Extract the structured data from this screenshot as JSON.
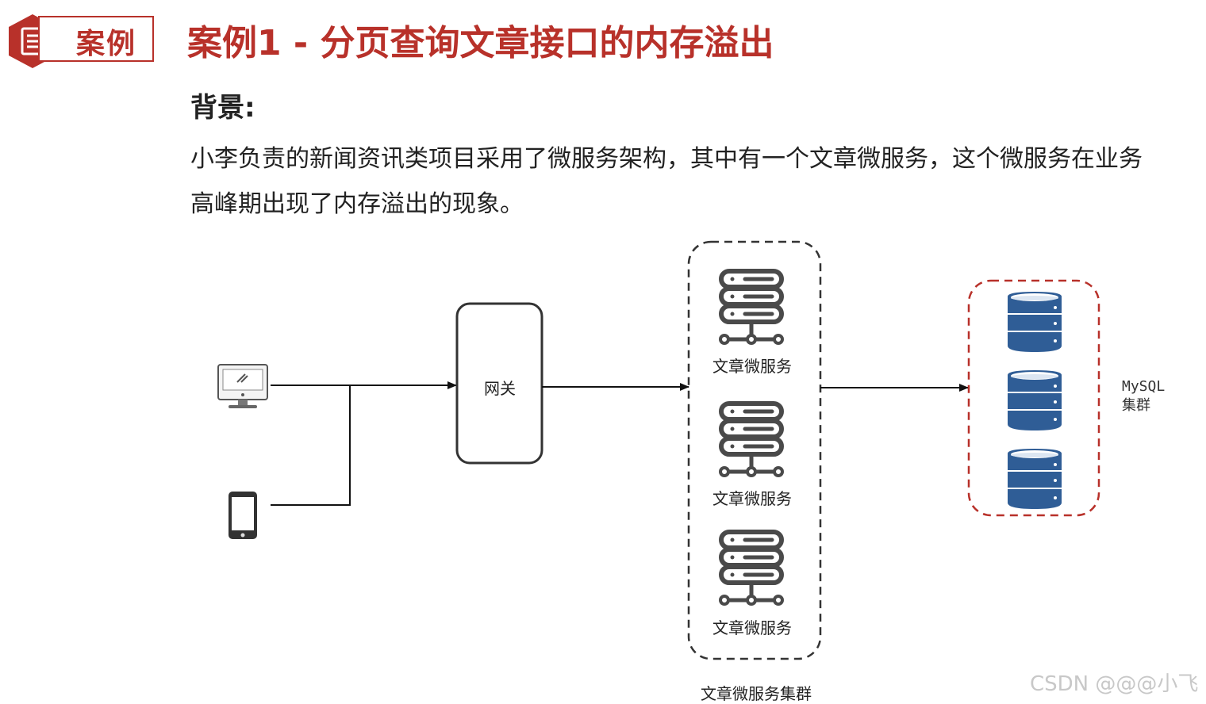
{
  "header": {
    "badge_label": "案例",
    "badge_icon": "document-icon",
    "title": "案例1 - 分页查询文章接口的内存溢出"
  },
  "background": {
    "heading": "背景:",
    "line1": "小李负责的新闻资讯类项目采用了微服务架构，其中有一个文章微服务，这个微服务在业务",
    "line2": "高峰期出现了内存溢出的现象。"
  },
  "diagram": {
    "clients": [
      {
        "name": "desktop-computer-icon"
      },
      {
        "name": "mobile-phone-icon"
      }
    ],
    "gateway_label": "网关",
    "services": [
      {
        "label": "文章微服务",
        "icon": "server-icon"
      },
      {
        "label": "文章微服务",
        "icon": "server-icon"
      },
      {
        "label": "文章微服务",
        "icon": "server-icon"
      }
    ],
    "cluster_label": "文章微服务集群",
    "mysql_label": "MySQL\n集群",
    "database_icon": "database-icon",
    "database_count": 3,
    "colors": {
      "accent": "#b8312a",
      "db_blue": "#2f5d96",
      "db_cluster_border": "#b8312a",
      "line": "#111111"
    }
  },
  "watermark": "CSDN @@@小飞"
}
